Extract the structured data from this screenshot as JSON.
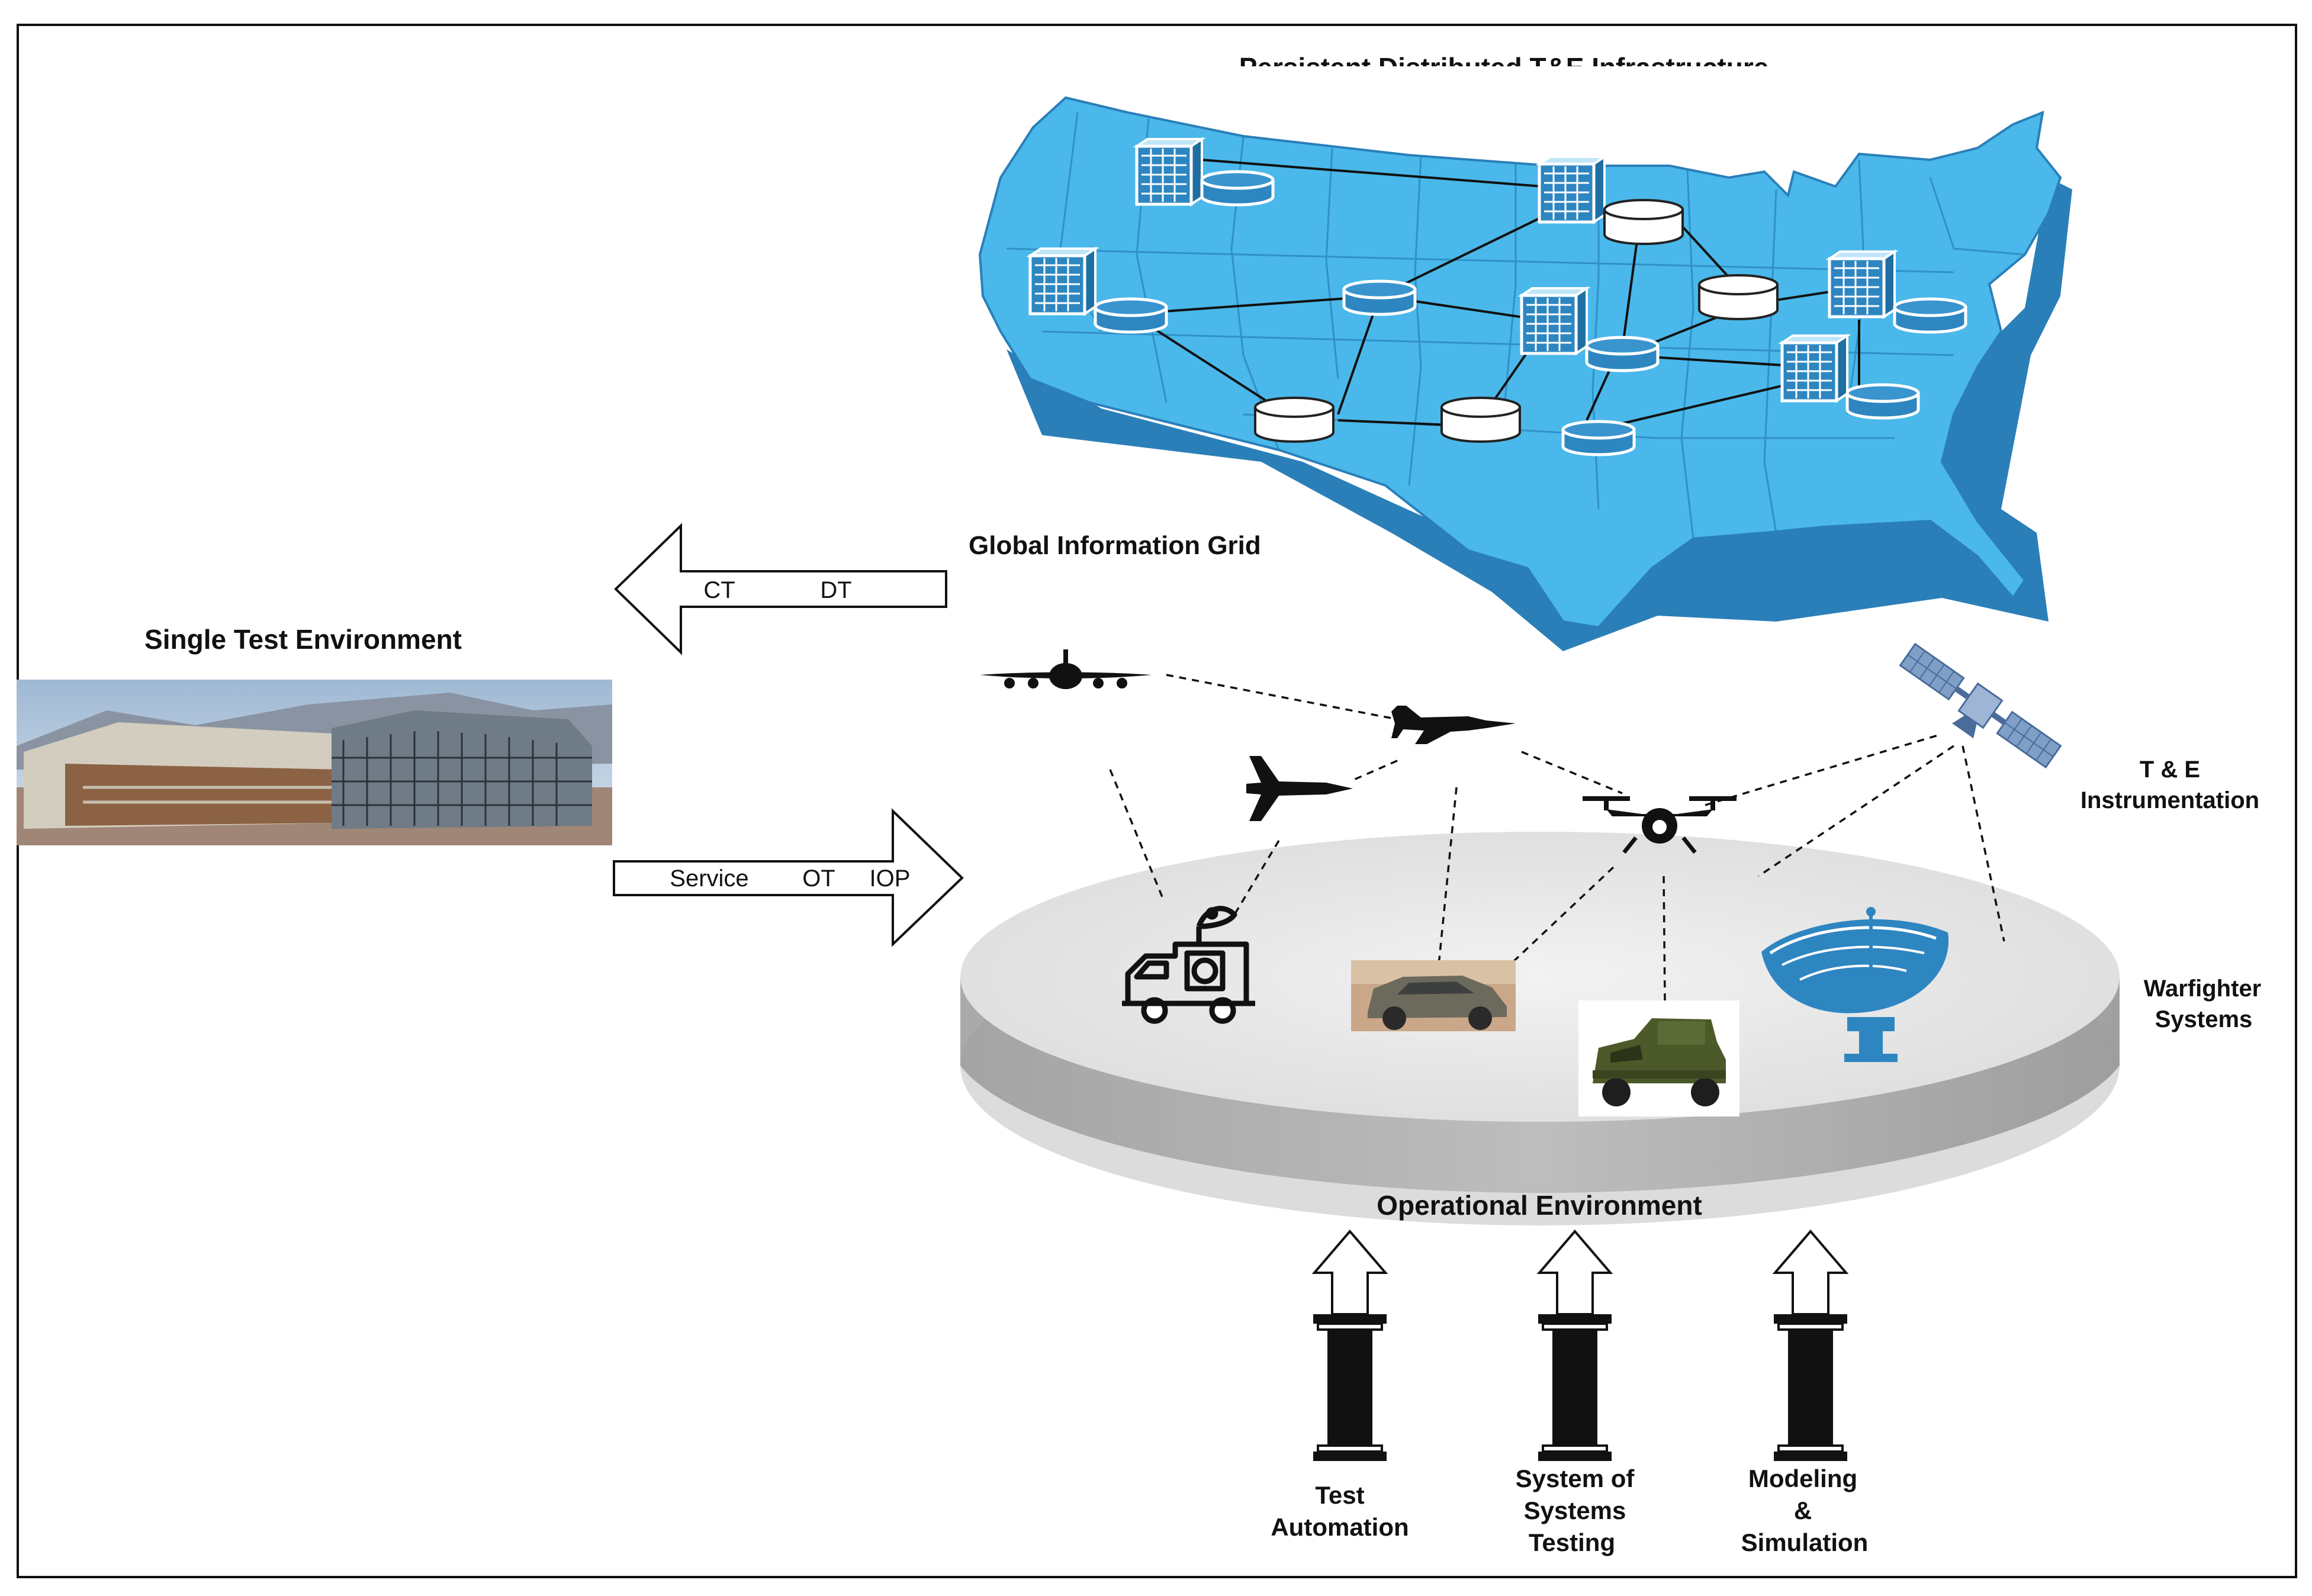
{
  "title": "Persistent Distributed T&E Infrastructure",
  "grid_label": "Global Information Grid",
  "single_env_label": "Single Test Environment",
  "arrow_left": {
    "items": [
      "CT",
      "DT"
    ]
  },
  "arrow_right": {
    "items": [
      "Service",
      "OT",
      "IOP"
    ]
  },
  "right_labels": {
    "instrumentation": [
      "T & E",
      "Instrumentation"
    ],
    "warfighter": [
      "Warfighter",
      "Systems"
    ]
  },
  "platform_label": "Operational Environment",
  "pillars": [
    {
      "lines": [
        "Test",
        "Automation"
      ]
    },
    {
      "lines": [
        "System of",
        "Systems",
        "Testing"
      ]
    },
    {
      "lines": [
        "Modeling",
        "&",
        "Simulation"
      ]
    }
  ],
  "colors": {
    "map": "#4ab8ea",
    "map_side": "#2a7fb8",
    "node_fill": "#2e86c1",
    "platform_top": "#e6e6e6",
    "platform_side": "#b8b8b8"
  },
  "icons": [
    "airliner-icon",
    "fighter-jet-icon",
    "drone-icon",
    "satellite-icon",
    "mobile-station-icon",
    "suv-icon",
    "humvee-icon",
    "radar-dish-icon",
    "server-rack-icon",
    "database-icon",
    "building-photo"
  ]
}
